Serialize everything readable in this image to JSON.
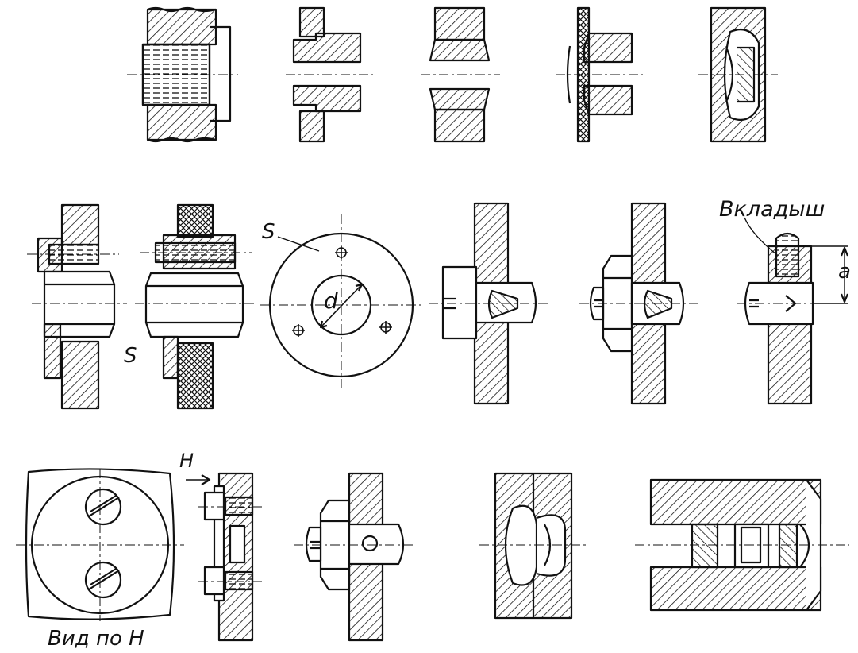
{
  "labels": {
    "insert": "Вкладыш",
    "view_h": "Вид по H",
    "arrow_h": "H",
    "s_top": "S",
    "s_left": "S",
    "d": "d",
    "a": "a"
  },
  "colors": {
    "ink": "#111111",
    "paper": "#ffffff"
  }
}
